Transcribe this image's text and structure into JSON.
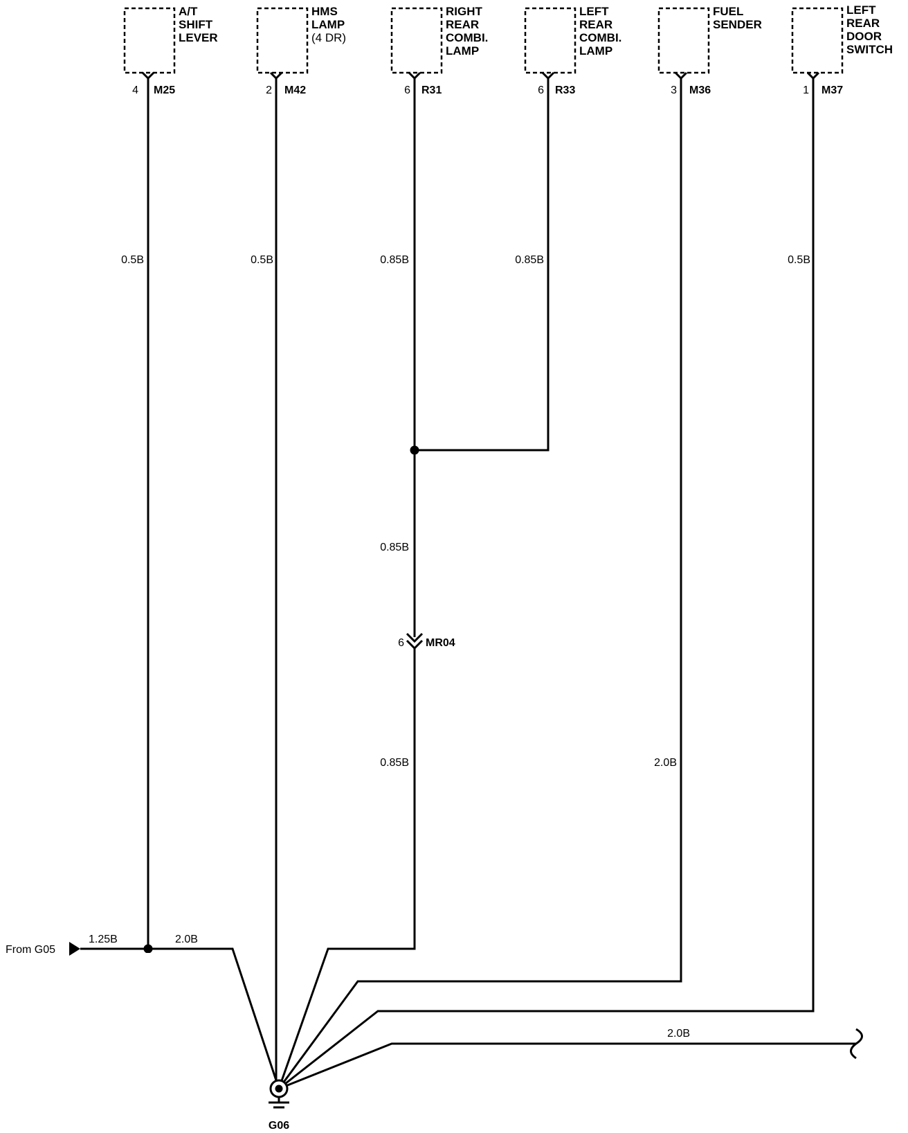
{
  "components": [
    {
      "id": "at-shift-lever",
      "lines": [
        "A/T",
        "SHIFT",
        "LEVER"
      ],
      "connector": "M25",
      "pin": "4"
    },
    {
      "id": "hms-lamp",
      "lines": [
        "HMS",
        "LAMP",
        "(4 DR)"
      ],
      "connector": "M42",
      "pin": "2"
    },
    {
      "id": "right-rear-combi-lamp",
      "lines": [
        "RIGHT",
        "REAR",
        "COMBI.",
        "LAMP"
      ],
      "connector": "R31",
      "pin": "6"
    },
    {
      "id": "left-rear-combi-lamp",
      "lines": [
        "LEFT",
        "REAR",
        "COMBI.",
        "LAMP"
      ],
      "connector": "R33",
      "pin": "6"
    },
    {
      "id": "fuel-sender",
      "lines": [
        "FUEL",
        "SENDER"
      ],
      "connector": "M36",
      "pin": "3"
    },
    {
      "id": "left-rear-door-switch",
      "lines": [
        "LEFT",
        "REAR",
        "DOOR",
        "SWITCH"
      ],
      "connector": "M37",
      "pin": "1"
    }
  ],
  "wires": {
    "at_shift": "0.5B",
    "hms": "0.5B",
    "right_rear": "0.85B",
    "left_rear": "0.85B",
    "door_switch": "0.5B",
    "combined_upper": "0.85B",
    "combined_lower": "0.85B",
    "fuel_sender": "2.0B",
    "from_g05": "1.25B",
    "to_ground": "2.0B",
    "continuation": "2.0B"
  },
  "connector_mr04": {
    "id": "MR04",
    "pin": "6"
  },
  "from_label": "From G05",
  "ground": {
    "id": "G06"
  }
}
